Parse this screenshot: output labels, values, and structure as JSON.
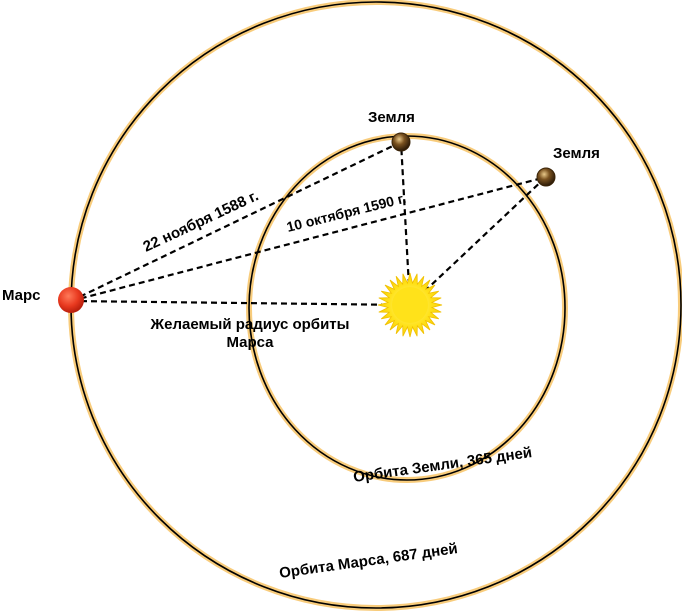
{
  "labels": {
    "mars": "Марс",
    "earth_1": "Земля",
    "earth_2": "Земля",
    "date_1": "22 ноября 1588 г.",
    "date_2": "10 октября 1590 г.",
    "radius_line_1": "Желаемый радиус орбиты",
    "radius_line_2": "Марса",
    "earth_orbit": "Орбита Земли, 365 дней",
    "mars_orbit": "Орбита Марса, 687 дней"
  },
  "colors": {
    "orbit_stroke": "#000000",
    "orbit_glow": "#f2a310",
    "sun": "#ffe21a",
    "mars": "#e8391f",
    "earth": "#6b4a1e"
  }
}
